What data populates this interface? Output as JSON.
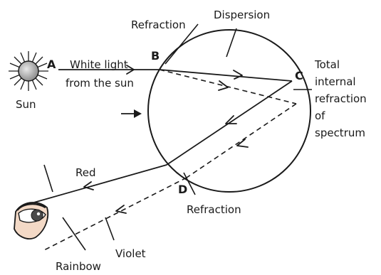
{
  "labels": {
    "refraction_top": "Refraction",
    "dispersion": "Dispersion",
    "sun": "Sun",
    "white_light_1": "White light",
    "white_light_2": "from the sun",
    "total_1": "Total",
    "total_2": "internal",
    "total_3": "refraction",
    "total_4": "of",
    "total_5": "spectrum",
    "red": "Red",
    "refraction_bottom": "Refraction",
    "violet": "Violet",
    "rainbow": "Rainbow"
  },
  "points": {
    "a": "A",
    "b": "B",
    "c": "C",
    "d": "D"
  },
  "colors": {
    "ink": "#1a1a1a",
    "sun_fill": "#b8b8b8",
    "eye_skin": "#f3d9c6",
    "eye_iris": "#4a4a4a",
    "eye_white": "#ffffff"
  },
  "icons": {
    "sun": "sun-icon",
    "eye": "eye-icon"
  }
}
